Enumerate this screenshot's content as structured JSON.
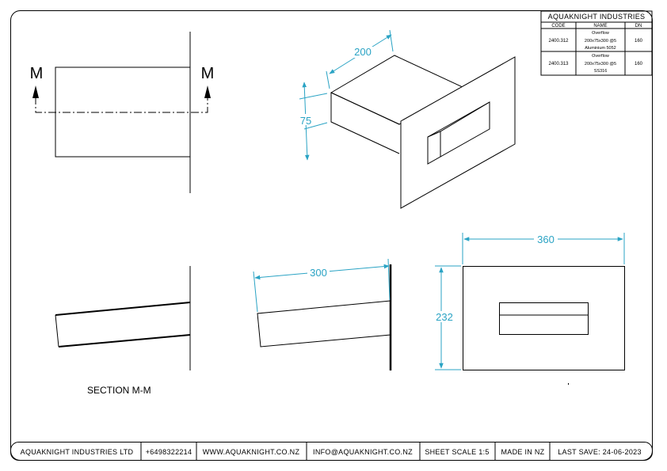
{
  "title_block": {
    "company": "AQUAKNIGHT INDUSTRIES",
    "headers": {
      "code": "CODE",
      "name": "NAME",
      "dn": "DN"
    },
    "rows": [
      {
        "code": "2400.312",
        "name_lines": [
          "Overflow",
          "200x75x300 @5",
          "Aluminium 5052"
        ],
        "dn": "160"
      },
      {
        "code": "2400.313",
        "name_lines": [
          "Overflow",
          "200x75x300 @5",
          "SS316"
        ],
        "dn": "160"
      }
    ]
  },
  "section": {
    "marker_left": "M",
    "marker_right": "M",
    "caption": "SECTION M-M"
  },
  "dimensions": {
    "iso_width": "200",
    "iso_height": "75",
    "side_length": "300",
    "front_width": "360",
    "front_height": "232"
  },
  "footer": {
    "company": "AQUAKNIGHT INDUSTRIES LTD",
    "phone": "+6498322214",
    "website": "WWW.AQUAKNIGHT.CO.NZ",
    "email": "INFO@AQUAKNIGHT.CO.NZ",
    "scale": "SHEET SCALE 1:5",
    "origin": "MADE IN NZ",
    "last_save": "LAST SAVE: 24-06-2023"
  },
  "colors": {
    "dimension": "#2aa3c4",
    "line": "#000000"
  }
}
